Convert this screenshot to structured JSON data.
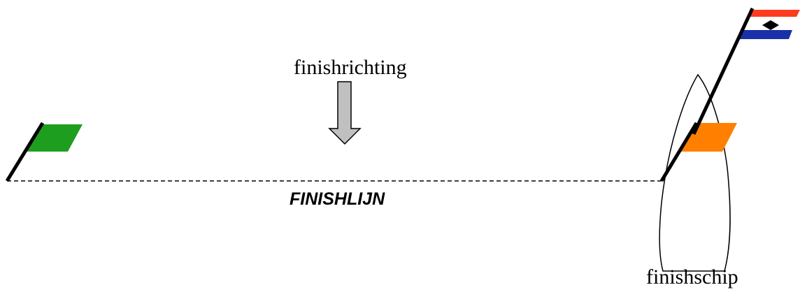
{
  "labels": {
    "finish_direction": "finishrichting",
    "finish_line": "FINISHLIJN",
    "finish_ship": "finishschip"
  },
  "colors": {
    "pin_flag": "#1E9E1E",
    "ship_flag": "#FF7F00",
    "ensign_top": "#FF3B1F",
    "ensign_middle": "#FFFFFF",
    "ensign_bottom": "#1A2FA8",
    "arrow_fill": "#C0C0C0",
    "line": "#000000"
  },
  "icons": {
    "pin": "green-flag-icon",
    "ship_flag": "orange-flag-icon",
    "ensign": "dutch-ensign-icon",
    "arrow": "arrow-down-icon",
    "boat": "boat-outline-icon"
  }
}
